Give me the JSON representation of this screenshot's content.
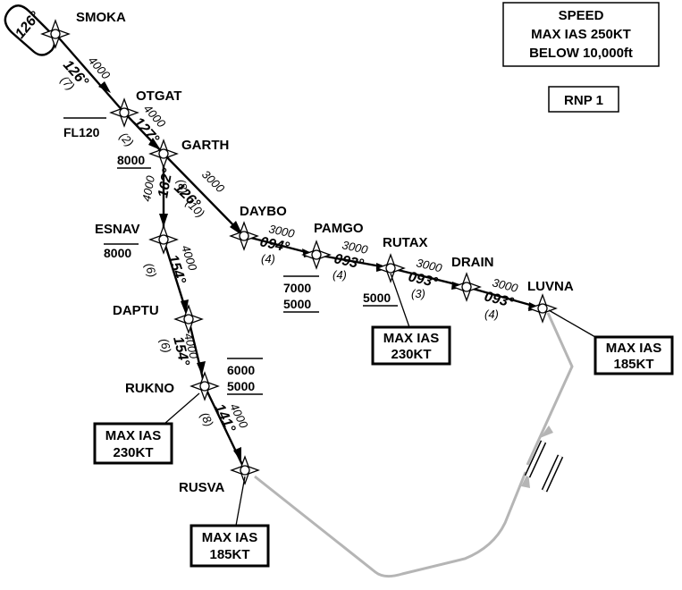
{
  "speed_box": {
    "title": "SPEED",
    "line1": "MAX IAS 250KT",
    "line2": "BELOW 10,000ft"
  },
  "rnp_box": {
    "label": "RNP 1"
  },
  "waypoints": {
    "smoka": "SMOKA",
    "otgat": "OTGAT",
    "garth": "GARTH",
    "daybo": "DAYBO",
    "pamgo": "PAMGO",
    "rutax": "RUTAX",
    "drain": "DRAIN",
    "luvna": "LUVNA",
    "esnav": "ESNAV",
    "daptu": "DAPTU",
    "rukno": "RUKNO",
    "rusva": "RUSVA"
  },
  "holding": {
    "course": "126°"
  },
  "legs": {
    "smoka_otgat": {
      "alt": "4000",
      "course": "126°",
      "dist": "(7)"
    },
    "otgat_garth": {
      "alt": "4000",
      "course": "127°",
      "dist": "(2)"
    },
    "garth_daybo": {
      "alt": "3000",
      "course": "126°",
      "dist": "(10)"
    },
    "daybo_pamgo": {
      "alt": "3000",
      "course": "094°",
      "dist": "(4)"
    },
    "pamgo_rutax": {
      "alt": "3000",
      "course": "093°",
      "dist": "(4)"
    },
    "rutax_drain": {
      "alt": "3000",
      "course": "093°",
      "dist": "(3)"
    },
    "drain_luvna": {
      "alt": "3000",
      "course": "093°",
      "dist": "(4)"
    },
    "garth_esnav": {
      "alt": "4000",
      "course": "162°",
      "dist": "(8)"
    },
    "esnav_daptu": {
      "alt": "4000",
      "course": "154°",
      "dist": "(6)"
    },
    "daptu_rukno": {
      "alt": "4000",
      "course": "154°",
      "dist": "(6)"
    },
    "rukno_rusva": {
      "alt": "4000",
      "course": "141°",
      "dist": "(8)"
    }
  },
  "alt_limits": {
    "otgat": "FL120",
    "garth": "8000",
    "esnav": "8000",
    "daybo_top": "7000",
    "daybo_bottom": "5000",
    "rutax": "5000",
    "rukno_top": "6000",
    "rukno_bottom": "5000"
  },
  "speed_limits": {
    "rutax": {
      "line1": "MAX IAS",
      "line2": "230KT"
    },
    "luvna": {
      "line1": "MAX IAS",
      "line2": "185KT"
    },
    "rukno": {
      "line1": "MAX IAS",
      "line2": "230KT"
    },
    "rusva": {
      "line1": "MAX IAS",
      "line2": "185KT"
    }
  }
}
